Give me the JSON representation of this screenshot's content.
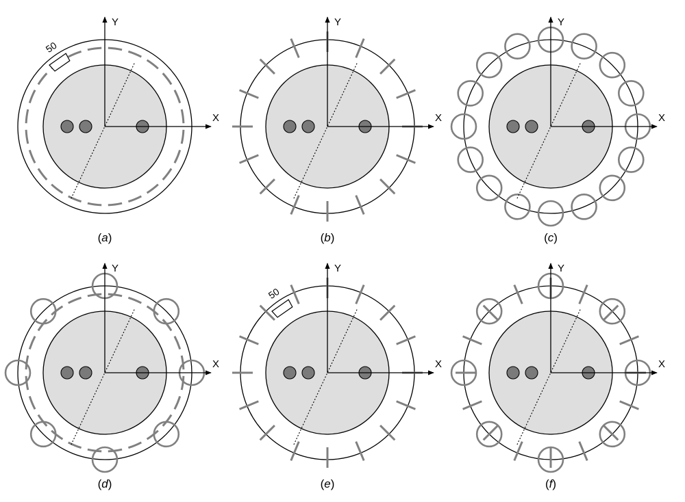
{
  "colors": {
    "background": "#ffffff",
    "stroke": "#000000",
    "core_fill": "#dedede",
    "element": "#808080",
    "dot_fill": "#7a7a7a"
  },
  "axes": {
    "x_label": "X",
    "y_label": "Y"
  },
  "dimension_label": "50",
  "panels": [
    {
      "id": "a",
      "caption_open": "(",
      "caption_letter": "a",
      "caption_close": ")",
      "arcs": 24,
      "radial_ticks": 0,
      "circles": 0,
      "dimension": true
    },
    {
      "id": "b",
      "caption_open": "(",
      "caption_letter": "b",
      "caption_close": ")",
      "arcs": 0,
      "radial_ticks": 16,
      "circles": 0,
      "dimension": false
    },
    {
      "id": "c",
      "caption_open": "(",
      "caption_letter": "c",
      "caption_close": ")",
      "arcs": 0,
      "radial_ticks": 0,
      "circles": 16,
      "dimension": false
    },
    {
      "id": "d",
      "caption_open": "(",
      "caption_letter": "d",
      "caption_close": ")",
      "arcs": 24,
      "radial_ticks": 0,
      "circles": 8,
      "dimension": false
    },
    {
      "id": "e",
      "caption_open": "(",
      "caption_letter": "e",
      "caption_close": ")",
      "arcs": 0,
      "radial_ticks": 16,
      "circles": 0,
      "dimension": true
    },
    {
      "id": "f",
      "caption_open": "(",
      "caption_letter": "f",
      "caption_close": ")",
      "arcs": 0,
      "radial_ticks": 16,
      "circles": 8,
      "dimension": false
    }
  ]
}
